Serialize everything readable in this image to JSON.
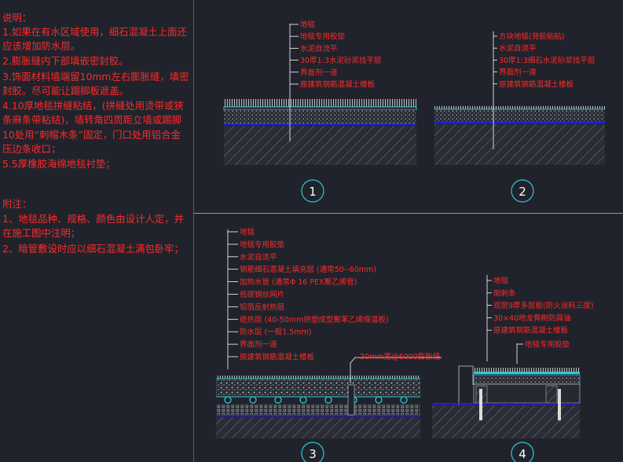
{
  "notes": {
    "heading": "说明：",
    "items": [
      "1.如果在有水区域使用，细石混凝土上面还应该增加防水层。",
      "2.膨胀缝内下部填嵌密封胶。",
      "3.饰面材料墙端留10mm左右膨胀缝，填密封胶。尽可能让踢脚板遮盖。",
      "4.10厚地毯拼缝粘结，(拼缝处用烫带或狭条麻条带粘结)，墙转角四周距立墙或踢脚10处用“刺帽木条”固定，门口处用铝合金压边条收口；",
      "5.5厚橡胶海绵地毯衬垫；"
    ],
    "appendix_heading": "附注：",
    "appendix_items": [
      "1、地毯品种、规格、颜色由设计人定，并在施工图中注明；",
      "2、暗管敷设时应以细石混凝土满包卧牢；"
    ]
  },
  "details": [
    {
      "number": "1",
      "labels": [
        "地毯",
        "地毯专用胶垫",
        "水泥自流平",
        "30厚1:3水泥砂浆找平层",
        "界面剂一道",
        "原建筑钢筋混凝土楼板"
      ]
    },
    {
      "number": "2",
      "labels": [
        "方块地毯(背胶粘贴)",
        "水泥自流平",
        "30厚1:3细石水泥砂浆找平层",
        "界面剂一道",
        "原建筑钢筋混凝土楼板"
      ]
    },
    {
      "number": "3",
      "labels": [
        "地毯",
        "地毯专用胶垫",
        "水泥自流平",
        "钢筋细石混凝土填充层 (通常50--60mm)",
        "加热水管 (通常Φ 16 PEX聚乙烯管)",
        "低碳钢丝网片",
        "铝箔反射热层",
        "绝热层 (40-50mm挤塑成型聚苯乙烯保温板)",
        "防水层 (一般1.5mm)",
        "界面剂一道",
        "原建筑钢筋混凝土楼板"
      ],
      "side_label": "20mm宽@6000膨胀缝"
    },
    {
      "number": "4",
      "labels": [
        "地毯",
        "倒刺条",
        "双层9厚多层板(防火涂料三度)",
        "30×40地龙骨刷防腐油",
        "原建筑钢筋混凝土楼板",
        "地毯专用胶垫"
      ]
    }
  ],
  "colors": {
    "background": "#20232b",
    "text": "#ff2a2a",
    "leader": "#ffffff",
    "divider_vertical": "#c8323a",
    "divider_horizontal": "#2ec6d8",
    "cyan": "#2ec6d8",
    "blue": "#2222e6",
    "hatch": "#8a8a8a"
  }
}
